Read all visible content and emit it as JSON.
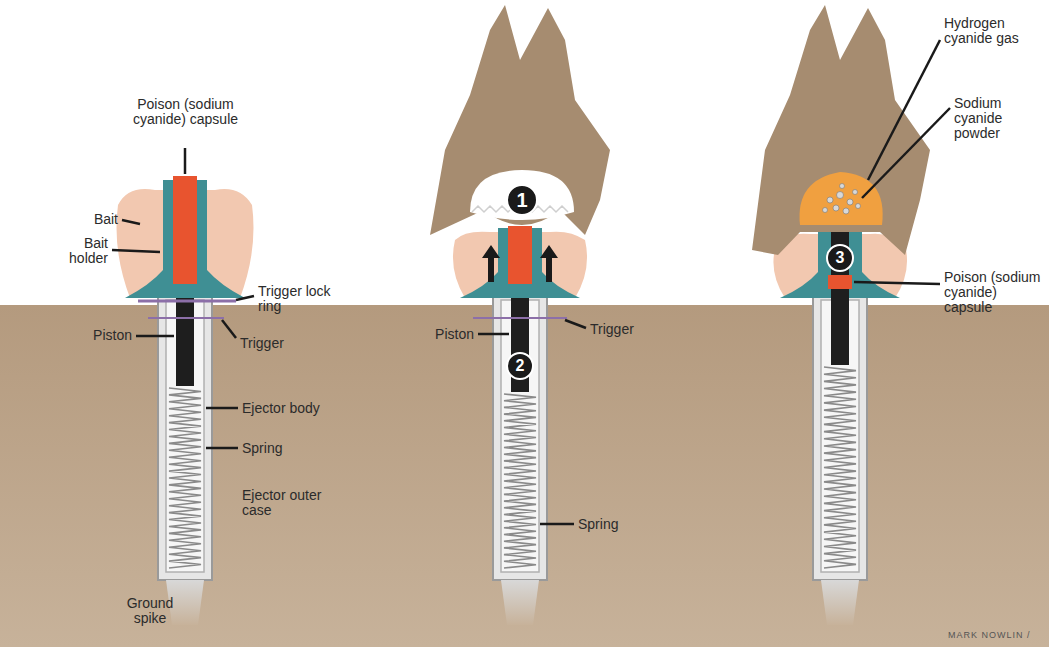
{
  "diagram": {
    "nodes": [
      {
        "text": [
          "1"
        ]
      },
      {
        "text": [
          "2"
        ]
      },
      {
        "text": [
          "3"
        ]
      }
    ],
    "labels": [
      "Poison (sodium cyanide) capsule",
      "Bait",
      "Bait holder",
      "Trigger lock ring",
      "Piston",
      "Trigger",
      "Ejector body",
      "Spring",
      "Ejector outer case",
      "Ground spike",
      "Piston",
      "Trigger",
      "Spring",
      "Hydrogen cyanide gas",
      "Sodium cyanide powder",
      "Poison (sodium cyanide) capsule",
      "MARK NOWLIN /"
    ]
  }
}
